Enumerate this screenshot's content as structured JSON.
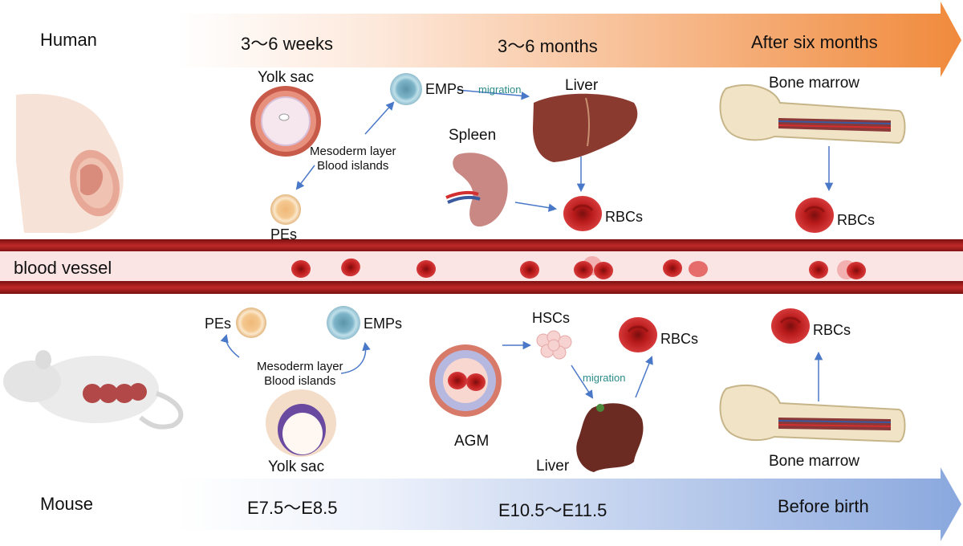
{
  "human": {
    "species_label": "Human",
    "stage_1": "3～6 weeks",
    "stage_2": "3～6 months",
    "stage_3": "After six months",
    "yolk_sac": "Yolk sac",
    "emps": "EMPs",
    "migration": "migration",
    "liver": "Liver",
    "spleen": "Spleen",
    "mesoderm_1": "Mesoderm layer",
    "mesoderm_2": "Blood islands",
    "pes": "PEs",
    "rbcs_liver": "RBCs",
    "bone_marrow": "Bone marrow",
    "rbcs_bone": "RBCs"
  },
  "vessel": {
    "label": "blood vessel"
  },
  "mouse": {
    "species_label": "Mouse",
    "stage_1": "E7.5～E8.5",
    "stage_2": "E10.5～E11.5",
    "stage_3": "Before birth",
    "pes": "PEs",
    "emps": "EMPs",
    "mesoderm_1": "Mesoderm layer",
    "mesoderm_2": "Blood islands",
    "yolk_sac": "Yolk sac",
    "agm": "AGM",
    "hscs": "HSCs",
    "migration": "migration",
    "liver": "Liver",
    "rbcs_liver": "RBCs",
    "rbcs_bone": "RBCs",
    "bone_marrow": "Bone marrow"
  },
  "colors": {
    "human_arrow_end": "#f08a3c",
    "mouse_arrow_end": "#8aa8de",
    "vessel_wall": "#a81c1c",
    "vessel_lumen": "#fbe4e4",
    "rbc": "#c42020",
    "flow_arrow": "#4a78c8",
    "migration_text": "#2a8a8a",
    "liver": "#8b3a30",
    "mouse_liver": "#6b2a22",
    "emp_cell": "#8fc4d6",
    "pe_cell": "#f3d3a6"
  }
}
